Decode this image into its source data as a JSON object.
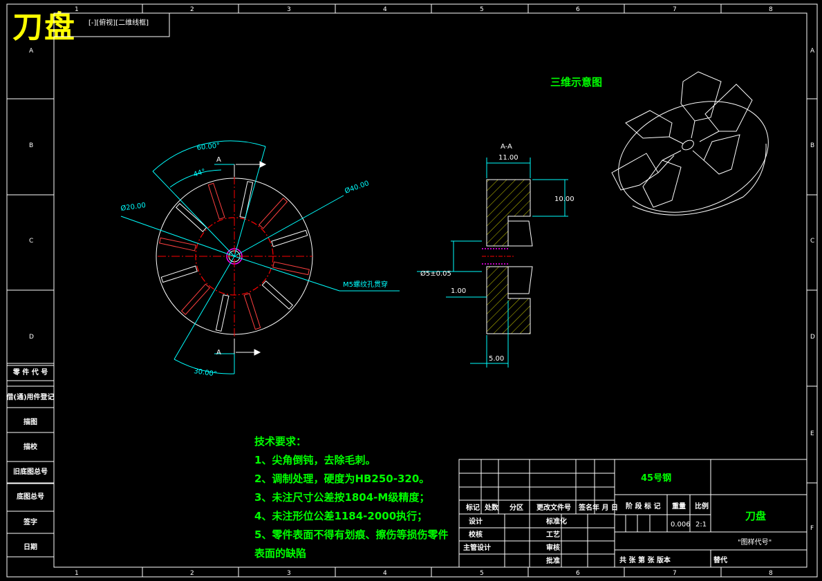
{
  "title": "刀盘",
  "tab_label": "[-][俯视][二维线框]",
  "grid": {
    "cols": [
      "1",
      "2",
      "3",
      "4",
      "5",
      "6",
      "7",
      "8"
    ],
    "rows": [
      "A",
      "B",
      "C",
      "D",
      "E",
      "F"
    ]
  },
  "left_strip": [
    "零 件 代 号",
    "借(通)用件登记",
    "描图",
    "描校",
    "旧底图总号",
    "底图总号",
    "签字",
    "日期"
  ],
  "front_view": {
    "angle_outer": "60.00°",
    "angle_inner": "44°",
    "angle_bottom": "30.00°",
    "dia_outer": "Ø40.00",
    "dia_inner": "Ø20.00",
    "hole_note": "M5螺纹孔贯穿",
    "section_mark": "A"
  },
  "section_view": {
    "label": "A-A",
    "width": "11.00",
    "height": "10.00",
    "hole_dia": "Ø5±0.05",
    "step": "1.00",
    "bottom_w": "5.00"
  },
  "iso_label": "三维示意图",
  "tech": {
    "heading": "技术要求：",
    "items": [
      "1、尖角倒钝，去除毛刺。",
      "2、调制处理，硬度为HB250-320。",
      "3、未注尺寸公差按1804-M级精度；",
      "4、未注形位公差1184-2000执行；",
      "5、零件表面不得有划痕、擦伤等损伤零件",
      "表面的缺陷"
    ]
  },
  "title_block": {
    "material": "45号钢",
    "part_name": "刀盘",
    "drawing_code": "\"图样代号\"",
    "header_row": [
      "标记",
      "处数",
      "分区",
      "更改文件号",
      "签名",
      "年 月 日"
    ],
    "stage_label": "阶 段 标 记",
    "weight_label": "重量",
    "scale_label": "比例",
    "weight": "0.006",
    "scale": "2:1",
    "rows_left": [
      "设计",
      "校核",
      "主管设计"
    ],
    "rows_mid": [
      "标准化",
      "工艺",
      "审核",
      "批准"
    ],
    "sheet": "共  张 第  张 版本",
    "replace": "替代"
  },
  "colors": {
    "border": "#ffffff",
    "dimension": "#00ffff",
    "centerline": "#ff0000",
    "text_green": "#00ff00",
    "title_yellow": "#ffff00",
    "thread": "#ff00ff",
    "hatch": "#ffff00"
  }
}
